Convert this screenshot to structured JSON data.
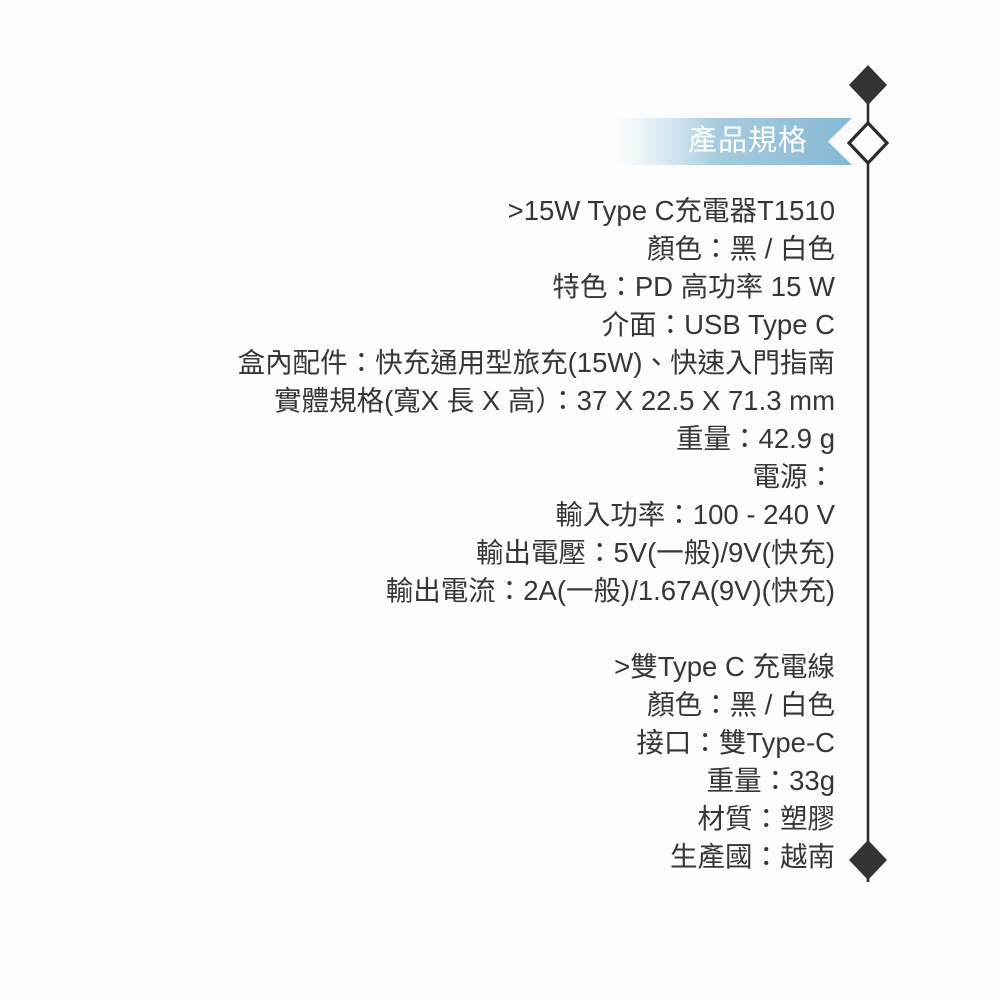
{
  "page": {
    "background_color": "#fdfdfd",
    "text_color": "#363636"
  },
  "banner": {
    "title": "產品規格",
    "gradient_from": "#ffffff",
    "gradient_to": "#86b8d4",
    "text_color": "#ffffff"
  },
  "decorations": {
    "rail_color": "#2b2b2b",
    "top_diamond": "filled-diamond-icon",
    "middle_diamond": "outlined-diamond-icon",
    "bottom_diamond": "filled-diamond-icon"
  },
  "specs": {
    "charger": {
      "heading": ">15W Type C充電器T1510",
      "lines": [
        "顏色：黑 / 白色",
        "特色：PD 高功率 15 W",
        "介面：USB Type C",
        "盒內配件：快充通用型旅充(15W)、快速入門指南",
        "實體規格(寬X 長 X 高）：37 X 22.5 X 71.3 mm",
        "重量：42.9 g",
        "電源：",
        "輸入功率：100 - 240 V",
        "輸出電壓：5V(一般)/9V(快充)",
        "輸出電流：2A(一般)/1.67A(9V)(快充)"
      ]
    },
    "cable": {
      "heading": ">雙Type C 充電線",
      "lines": [
        "顏色：黑 / 白色",
        "接口：雙Type-C",
        "重量：33g",
        "材質：塑膠",
        "生產國：越南"
      ]
    }
  }
}
